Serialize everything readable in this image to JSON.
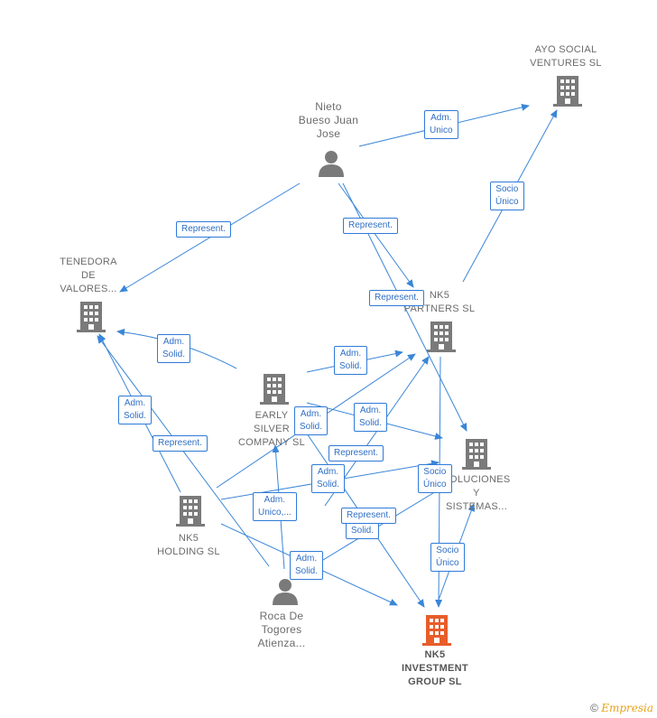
{
  "colors": {
    "edge": "#3a86d8",
    "company": "#7a7a7a",
    "focus": "#e85d2a",
    "person": "#7a7a7a"
  },
  "nodes": [
    {
      "id": "ayo",
      "type": "company",
      "label": "AYO SOCIAL\nVENTURES  SL"
    },
    {
      "id": "nieto",
      "type": "person",
      "label": "Nieto\nBueso Juan\nJose"
    },
    {
      "id": "tenedora",
      "type": "company",
      "label": "TENEDORA\nDE\nVALORES..."
    },
    {
      "id": "nk5partners",
      "type": "company",
      "label": "NK5\nPARTNERS  SL"
    },
    {
      "id": "early",
      "type": "company",
      "label": "EARLY\nSILVER\nCOMPANY  SL"
    },
    {
      "id": "soluciones",
      "type": "company",
      "label": "SOLUCIONES\nY\nSISTEMAS..."
    },
    {
      "id": "nk5holding",
      "type": "company",
      "label": "NK5\nHOLDING  SL"
    },
    {
      "id": "roca",
      "type": "person",
      "label": "Roca De\nTogores\nAtienza..."
    },
    {
      "id": "nk5investment",
      "type": "focus",
      "label": "NK5\nINVESTMENT\nGROUP  SL"
    }
  ],
  "edge_labels": [
    "Adm.\nUnico",
    "Socio\nÚnico",
    "Represent.",
    "Represent.",
    "Represent.",
    "Adm.\nSolid.",
    "Adm.\nSolid.",
    "Adm.\nSolid.",
    "Adm.\nSolid.",
    "Represent.",
    "Adm.\nSolid.",
    "Represent.",
    "Adm.\nSolid.",
    "Socio\nÚnico",
    "Adm.\nUnico,...",
    "Represent.",
    "Solid.",
    "Socio\nÚnico",
    "Adm.\nSolid."
  ],
  "copyright": {
    "symbol": "©",
    "brand": "Empresia"
  }
}
